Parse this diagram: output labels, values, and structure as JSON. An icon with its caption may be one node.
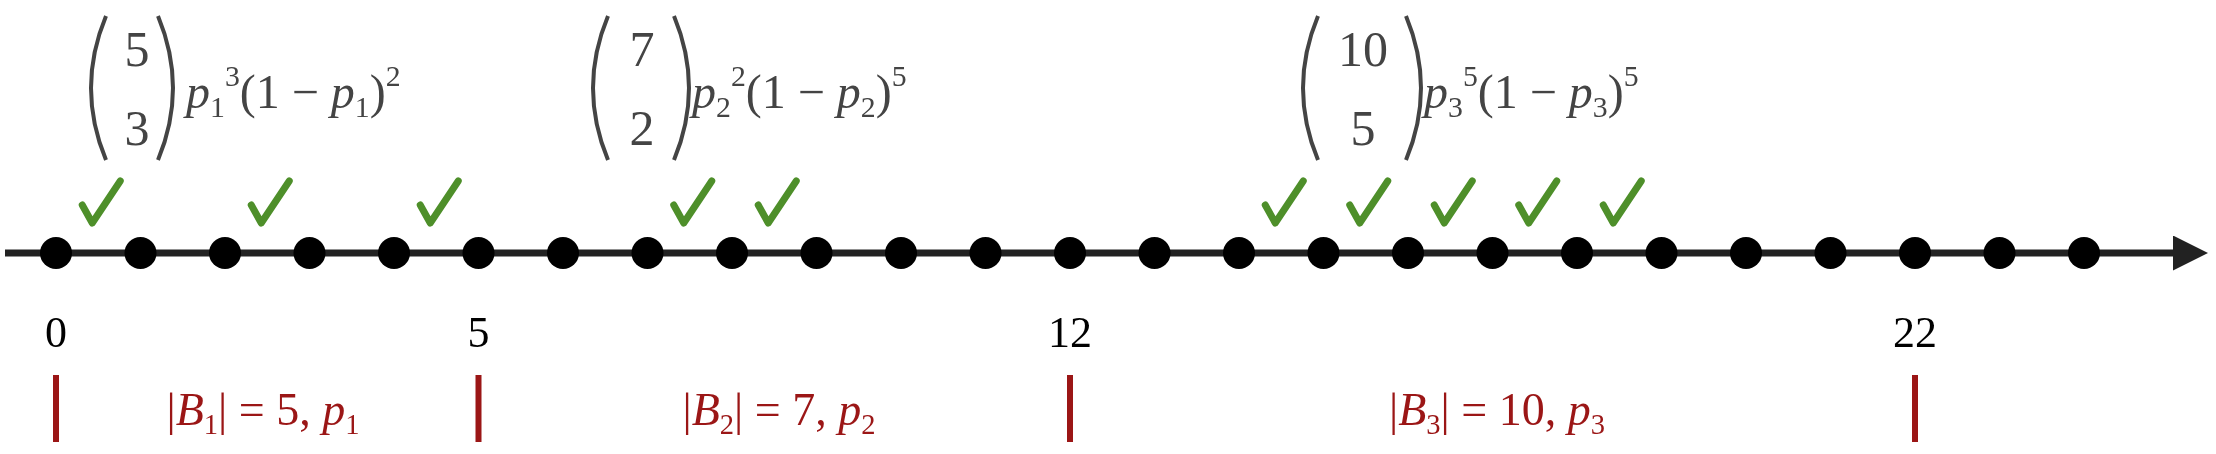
{
  "diagram": {
    "labels": [
      "5",
      "3",
      "*p*$_{1}$$^{3}$(1 − *p*$_{1}$)$^{2}$",
      "7",
      "2",
      "*p*$_{2}$$^{2}$(1 − *p*$_{2}$)$^{5}$",
      "10",
      "5",
      "*p*$_{3}$$^{5}$(1 − *p*$_{3}$)$^{5}$",
      "0",
      "5",
      "12",
      "22",
      "|*B*$_{1}$| = 5, *p*$_{1}$",
      "|*B*$_{2}$| = 7, *p*$_{2}$",
      "|*B*$_{3}$| = 10, *p*$_{3}$"
    ]
  }
}
